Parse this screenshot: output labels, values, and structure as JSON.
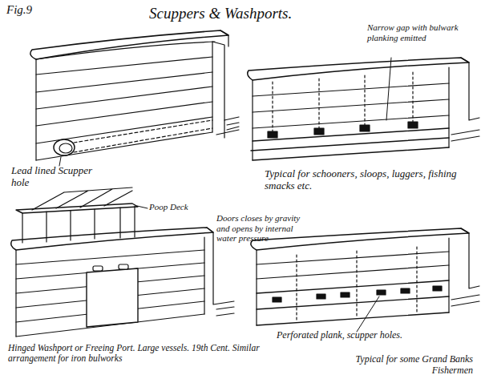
{
  "diagram": {
    "title": "Scuppers & Washports.",
    "labels": [
      "Fig.9",
      "Lead lined Scupper hole",
      "Narrow gap with bulwark planking emitted",
      "Typical for schooners, sloops, luggers, fishing smacks etc.",
      "Poop Deck",
      "Doors closes by gravity and opens by internal water pressure",
      "Hinged Washport or Freeing Port. Large vessels. 19th Cent. Similar arrangement for iron bulworks",
      "Perforated plank, scupper holes.",
      "Typical for some Grand Banks Fishermen"
    ]
  }
}
